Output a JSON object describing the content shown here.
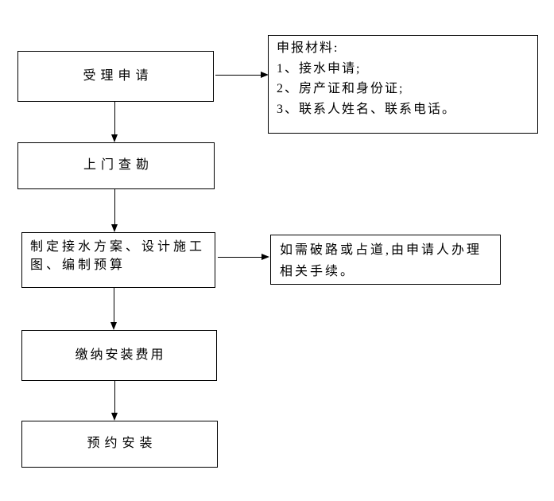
{
  "page": {
    "background_color": "#ffffff",
    "line_color": "#000000",
    "text_color": "#000000"
  },
  "flowchart": {
    "nodes": [
      {
        "id": "accept-application",
        "label": "受理申请"
      },
      {
        "id": "site-survey",
        "label": "上门查勘"
      },
      {
        "id": "plan-design",
        "label": "制定接水方案、设计施工图、编制预算"
      },
      {
        "id": "pay-installation-fee",
        "label": "缴纳安装费用"
      },
      {
        "id": "schedule-installation",
        "label": "预约安装"
      }
    ],
    "annotations": [
      {
        "id": "application-materials",
        "lines": [
          "申报材料:",
          "1、接水申请;",
          "2、房产证和身份证;",
          "3、联系人姓名、联系电话。"
        ]
      },
      {
        "id": "road-permit-note",
        "text": "如需破路或占道,由申请人办理相关手续。"
      }
    ],
    "edges": [
      {
        "from": "accept-application",
        "to": "application-materials",
        "direction": "right"
      },
      {
        "from": "accept-application",
        "to": "site-survey",
        "direction": "down"
      },
      {
        "from": "site-survey",
        "to": "plan-design",
        "direction": "down"
      },
      {
        "from": "plan-design",
        "to": "road-permit-note",
        "direction": "right"
      },
      {
        "from": "plan-design",
        "to": "pay-installation-fee",
        "direction": "down"
      },
      {
        "from": "pay-installation-fee",
        "to": "schedule-installation",
        "direction": "down"
      }
    ]
  }
}
